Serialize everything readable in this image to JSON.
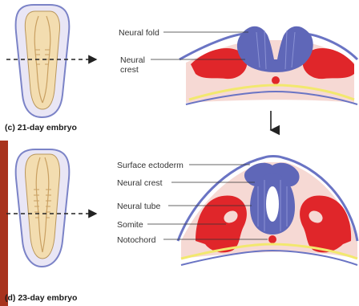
{
  "panel_c": {
    "label_neural_fold": "Neural fold",
    "label_neural_crest": "Neural\ncrest",
    "caption": "(c) 21-day embryo"
  },
  "panel_d": {
    "label_surface_ectoderm": "Surface ectoderm",
    "label_neural_crest": "Neural crest",
    "label_neural_tube": "Neural tube",
    "label_somite": "Somite",
    "label_notochord": "Notochord",
    "caption": "(d) 23-day embryo"
  },
  "colors": {
    "ectoderm_blue": "#6a74c4",
    "neural_blue": "#5f67b8",
    "somite_red": "#e0262a",
    "tissue_pink": "#f6d9d4",
    "endoderm_yellow": "#f2e86e",
    "embryo_tan": "#f3ddb0",
    "embryo_outline_blue": "#7b83c7",
    "side_bar": "#a8331d"
  }
}
